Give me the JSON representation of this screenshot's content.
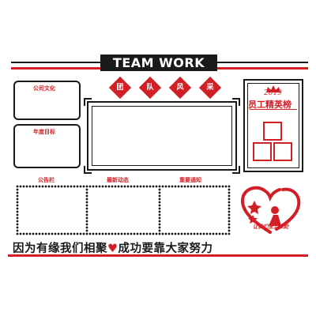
{
  "header": {
    "title": "TEAM WORK"
  },
  "left_panel": {
    "culture_label": "公司文化",
    "goal_label": "年度目标"
  },
  "center": {
    "banner_chars": [
      "团",
      "队",
      "风",
      "采"
    ]
  },
  "employee_board": {
    "year": "2019",
    "label": "员工精英榜"
  },
  "bottom_sections": {
    "notice_label": "公告栏",
    "news_label": "最新动态",
    "announcement_label": "重要通知"
  },
  "emblem": {
    "text": "让我们全力以赴"
  },
  "slogan": {
    "left": "因为有缘我们相聚",
    "heart": "♥",
    "right": "成功要靠大家努力"
  },
  "colors": {
    "accent": "#d21f26",
    "ink": "#1a1a1a"
  }
}
